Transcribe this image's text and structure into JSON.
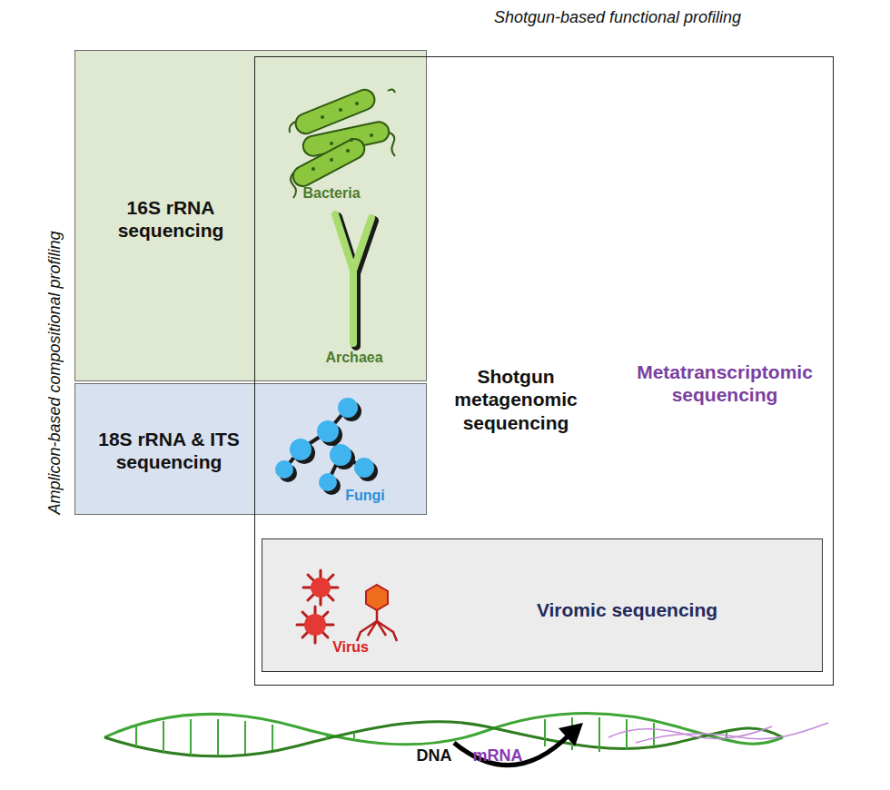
{
  "diagram": {
    "nodes": [
      {
        "text": [
          "16S rRNA sequencing"
        ]
      },
      {
        "text": [
          "18S rRNA & ITS sequencing"
        ]
      },
      {
        "text": [
          "Shotgun metagenomic sequencing",
          "Metatranscriptomic sequencing"
        ]
      },
      {
        "text": [
          "Viromic sequencing"
        ],
        "in": 2
      }
    ],
    "labels": [
      "Shotgun-based functional profiling",
      "Amplicon-based compositional profiling",
      "Bacteria",
      "Archaea",
      "Fungi",
      "Virus",
      "DNA",
      "mRNA"
    ]
  }
}
